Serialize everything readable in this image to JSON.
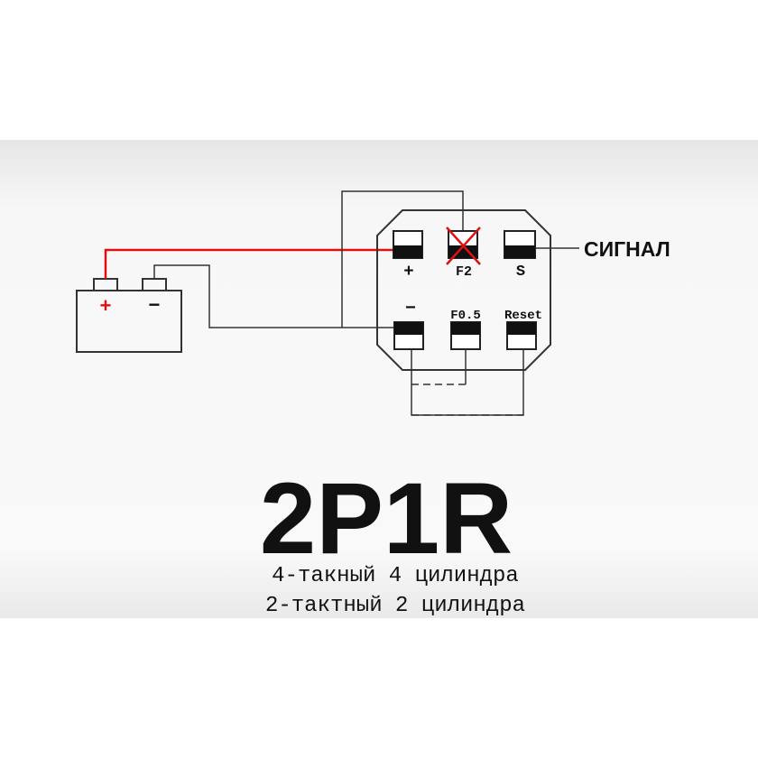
{
  "battery": {
    "plus_label": "+",
    "minus_label": "−"
  },
  "terminals": {
    "plus": "+",
    "f2": "F2",
    "s": "S",
    "minus": "−",
    "f05": "F0.5",
    "reset": "Reset"
  },
  "signal_label": "СИГНАЛ",
  "title": "2P1R",
  "subtitle_lines": [
    "4-такный 4 цилиндра",
    "2-тактный 2 цилиндра"
  ],
  "colors": {
    "positive_wire": "#e01010",
    "cross_mark": "#e01010",
    "wire": "#222222"
  }
}
